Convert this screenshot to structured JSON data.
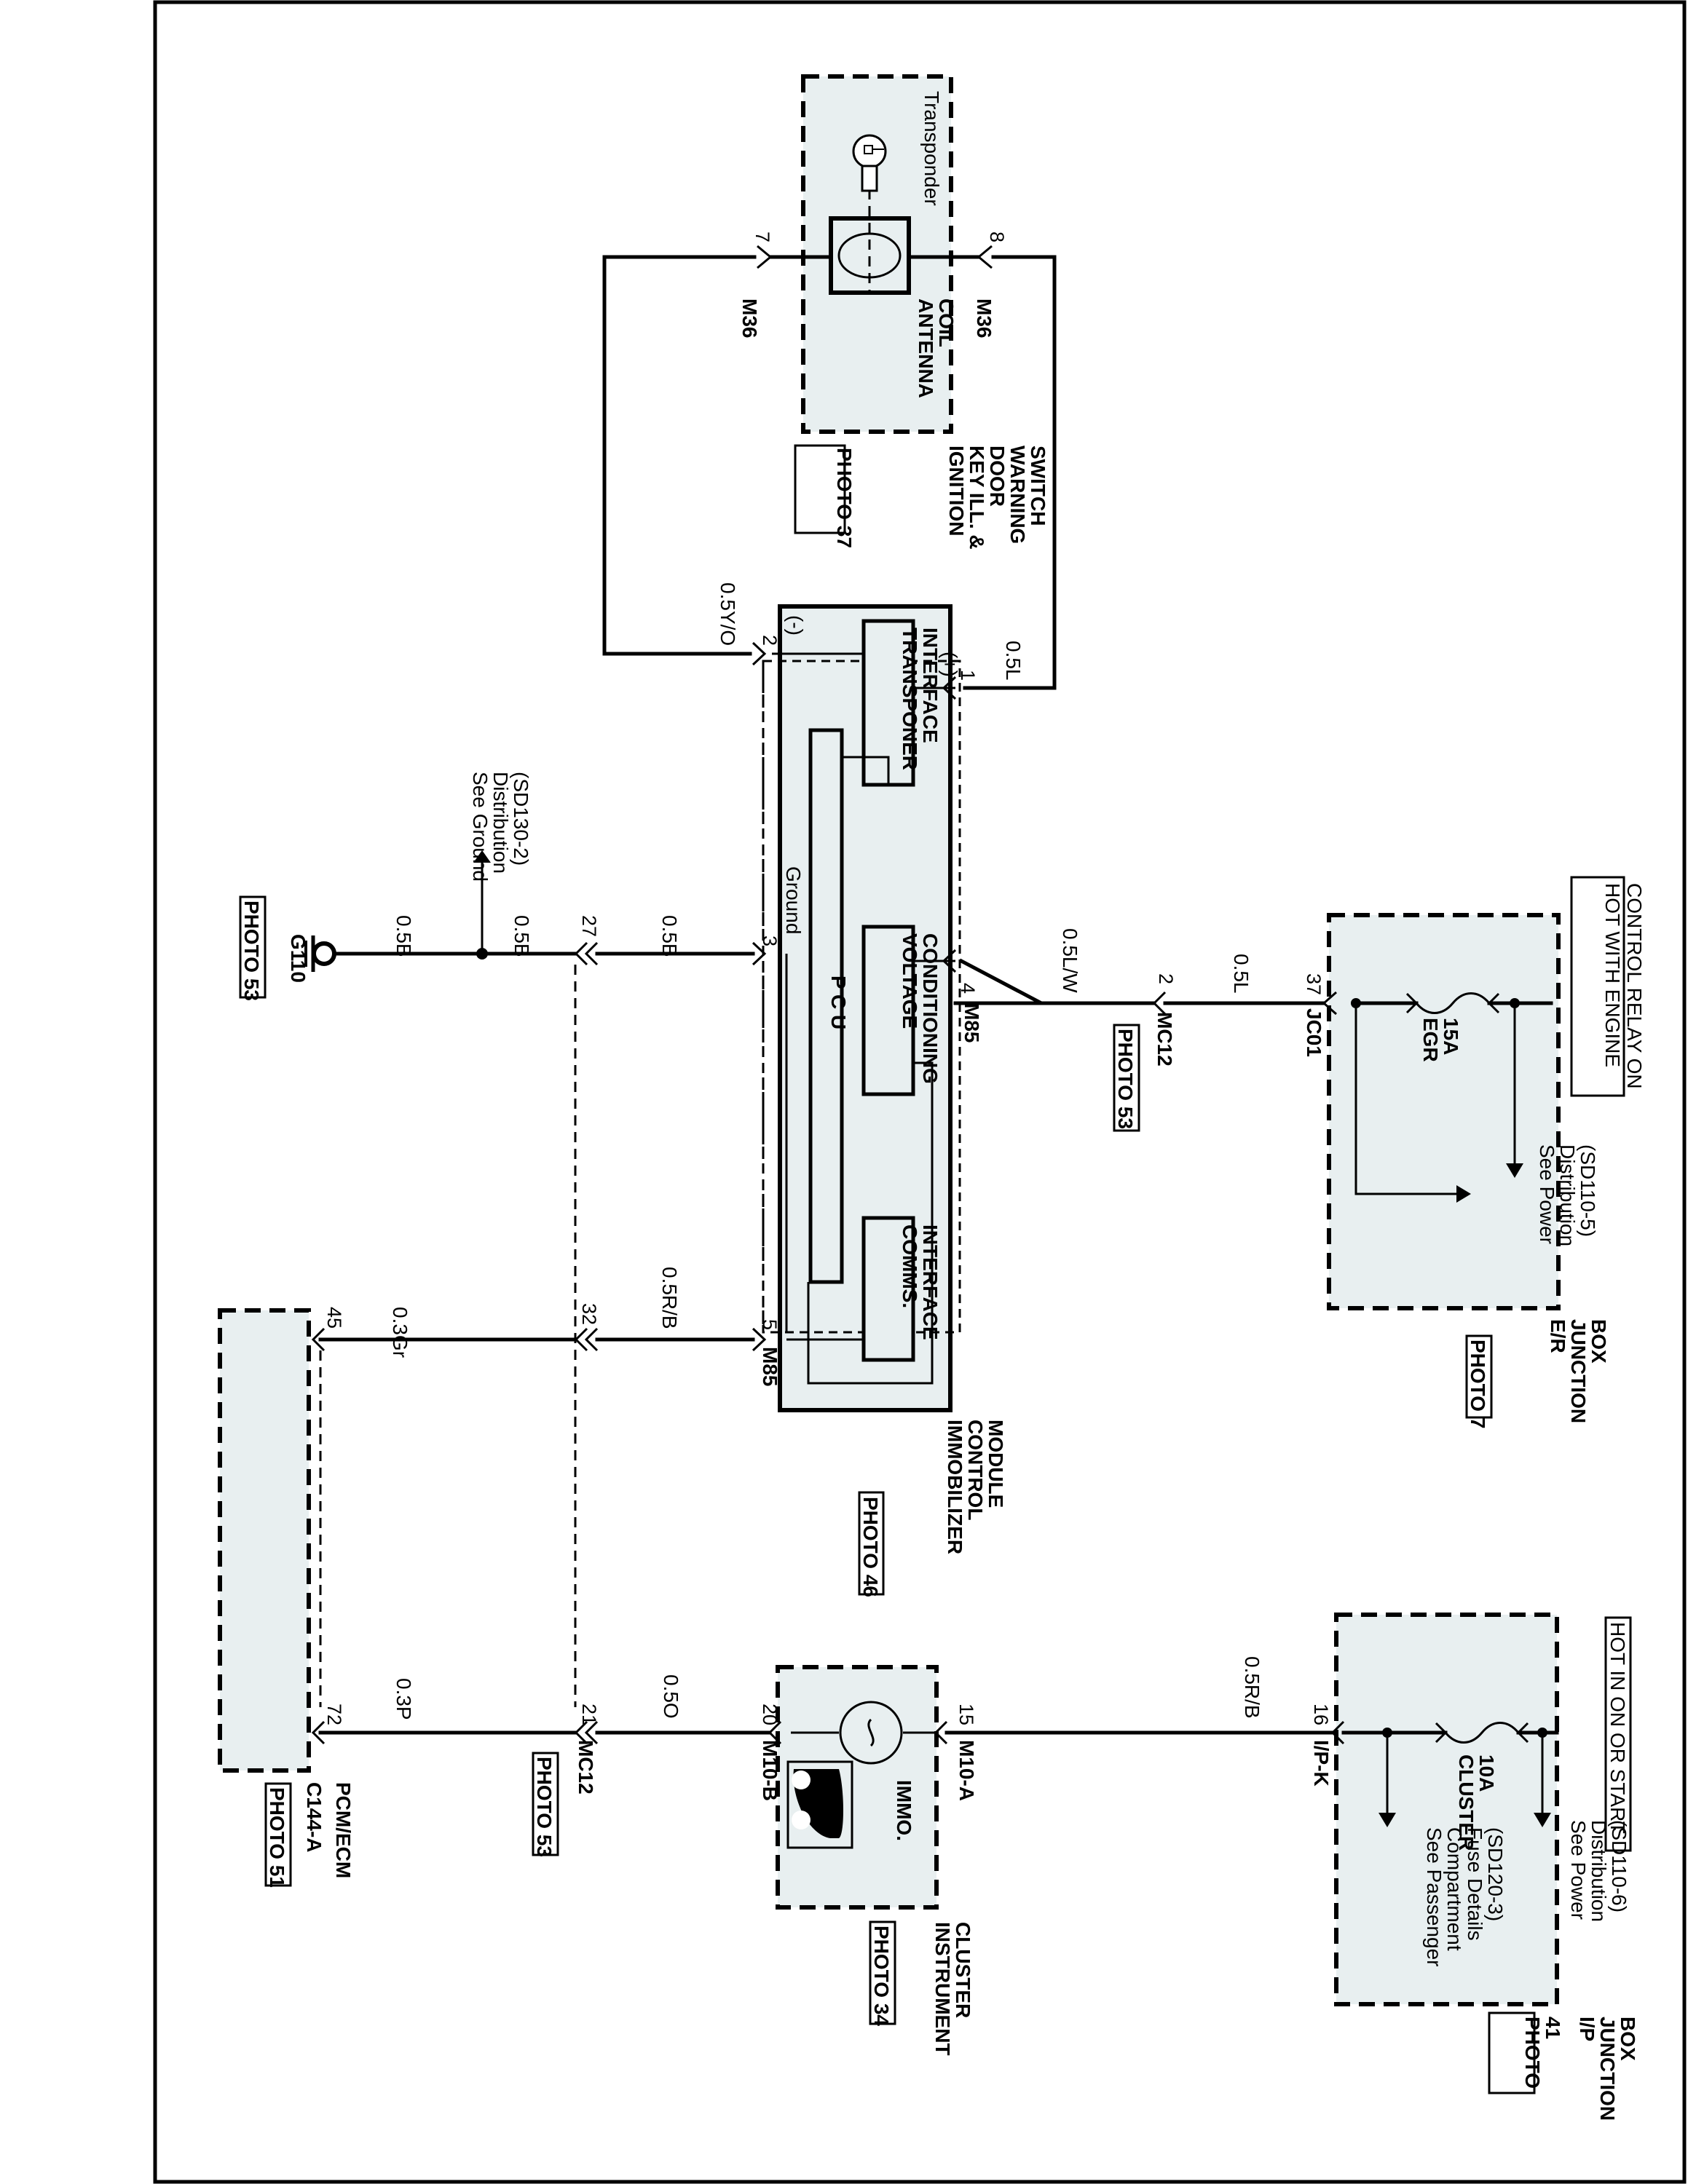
{
  "connectors": {
    "m36_a": "M36",
    "m36_b": "M36",
    "m85_a": "M85",
    "m85_b": "M85",
    "jc01": "JC01",
    "mc12_a": "MC12",
    "mc12_b": "MC12",
    "ipk": "I/P-K",
    "m10a": "M10-A",
    "m10b": "M10-B",
    "c144a": "C144-A",
    "g110": "G110"
  },
  "pins": {
    "m36_7": "7",
    "m36_8": "8",
    "m85_1": "1",
    "m85_2": "2",
    "m85_3": "3",
    "m85_4": "4",
    "m85_5": "5",
    "jc01_37": "37",
    "mc12_2": "2",
    "mc12_27": "27",
    "mc12_32": "32",
    "mc12_21": "21",
    "ipk_16": "16",
    "m10a_15": "15",
    "m10b_20": "20",
    "c144a_72": "72",
    "c144a_45": "45"
  },
  "wires": {
    "w_05yo": "0.5Y/O",
    "w_05l_top": "0.5L",
    "w_05l_right": "0.5L",
    "w_05lw": "0.5L/W",
    "w_05b_a": "0.5B",
    "w_05b_b": "0.5B",
    "w_05b_c": "0.5B",
    "w_05rb": "0.5R/B",
    "w_03gr": "0.3Gr",
    "w_05rb_ip": "0.5R/B",
    "w_05o": "0.5O",
    "w_03p": "0.3P"
  },
  "components": {
    "ignition_switch": [
      "IGNITION",
      "KEY ILL. &",
      "DOOR",
      "WARNING",
      "SWITCH"
    ],
    "ignition_photo": "PHOTO 37",
    "transponder": "Transponder",
    "antenna_coil": [
      "ANTENNA",
      "COIL"
    ],
    "immobilizer": [
      "IMMOBILIZER",
      "CONTROL",
      "MODULE"
    ],
    "immobilizer_photo": "PHOTO 46",
    "transponder_interface": [
      "TRANSPONER",
      "INTERFACE"
    ],
    "voltage_conditioning": [
      "VOLTAGE",
      "CONDITIONING"
    ],
    "comms_interface": [
      "COMMS.",
      "INTERFACE"
    ],
    "pcu": "P C U",
    "ground_label": "Ground",
    "plus": "(+)",
    "minus": "(-)",
    "er_box": [
      "E/R",
      "JUNCTION",
      "BOX"
    ],
    "er_photo": "PHOTO 7",
    "hot_engine": [
      "HOT WITH ENGINE",
      "CONTROL RELAY ON"
    ],
    "egr_fuse": [
      "EGR",
      "15A"
    ],
    "see_power_a": [
      "See Power",
      "Distribution",
      "(SD110-5)"
    ],
    "ip_box": [
      "I/P",
      "JUNCTION",
      "BOX"
    ],
    "ip_photo": [
      "PHOTO",
      "41"
    ],
    "hot_in_on": "HOT IN ON OR START",
    "cluster_fuse": [
      "CLUSTER",
      "10A"
    ],
    "see_power_b": [
      "See Power",
      "Distribution",
      "(SD110-6)"
    ],
    "see_passenger": [
      "See Passenger",
      "Compartment",
      "Fuse Details",
      "(SD120-3)"
    ],
    "instrument_cluster": [
      "INSTRUMENT",
      "CLUSTER"
    ],
    "cluster_photo": "PHOTO 34",
    "immo": "IMMO.",
    "pcm": "PCM/ECM",
    "pcm_photo": "PHOTO 51",
    "see_ground": [
      "See Ground",
      "Distribution",
      "(SD130-2)"
    ],
    "mc12_photo_a": "PHOTO 53",
    "mc12_photo_b": "PHOTO 53",
    "g110_photo": "PHOTO 53"
  }
}
